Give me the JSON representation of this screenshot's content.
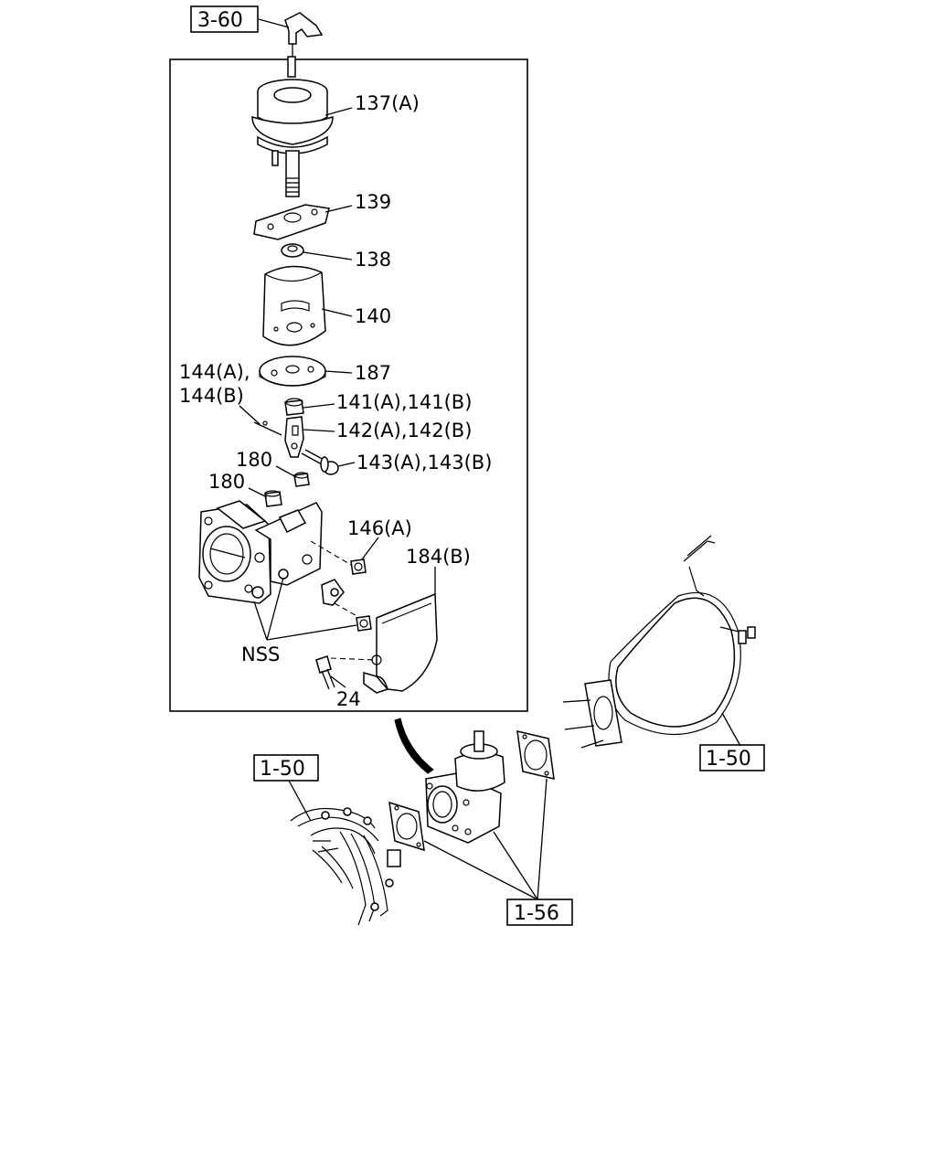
{
  "refs": {
    "r360": "3-60",
    "r150_left": "1-50",
    "r150_right": "1-50",
    "r156": "1-56"
  },
  "parts": {
    "p137a": "137(A)",
    "p139": "139",
    "p138": "138",
    "p140": "140",
    "p187": "187",
    "p144a": "144(A),",
    "p144b": "144(B)",
    "p141": "141(A),141(B)",
    "p142": "142(A),142(B)",
    "p143": "143(A),143(B)",
    "p180a": "180",
    "p180b": "180",
    "p146a": "146(A)",
    "p184b": "184(B)",
    "nss": "NSS",
    "p24": "24"
  }
}
